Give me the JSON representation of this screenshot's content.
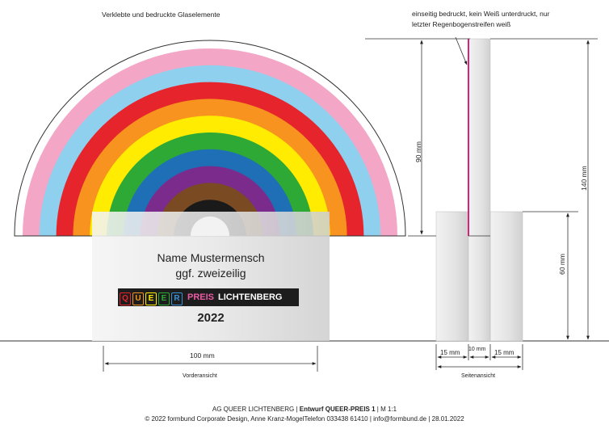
{
  "header": {
    "front_caption": "Verklebte und bedruckte Glaselemente",
    "side_note_line1": "einseitig bedruckt, kein Weiß unterdruckt, nur",
    "side_note_line2": "letzter Regenbogenstreifen weiß"
  },
  "rainbow": {
    "stripe_colors": [
      "#f4a6c6",
      "#8fd0ef",
      "#e5242b",
      "#f7931e",
      "#ffec00",
      "#2fa935",
      "#1e6fb6",
      "#7b2b8c",
      "#7a4a22",
      "#1a1a1a"
    ]
  },
  "plaque": {
    "name_line1": "Name Mustermensch",
    "name_line2": "ggf. zweizeilig",
    "badge_letters": [
      "Q",
      "U",
      "E",
      "E",
      "R"
    ],
    "badge_letter_colors": [
      "#e5242b",
      "#f7931e",
      "#ffec00",
      "#2fa935",
      "#3b8fd6"
    ],
    "badge_preis": "PREIS",
    "badge_lichtenberg": "LICHTENBERG",
    "year": "2022"
  },
  "dimensions": {
    "width_front": "100 mm",
    "front_view_label": "Vorderansicht",
    "height_upper": "90 mm",
    "height_total": "140 mm",
    "height_lower": "60 mm",
    "side_left": "15 mm",
    "side_mid": "10 mm",
    "side_right": "15 mm",
    "side_view_label": "Seitenansicht"
  },
  "footer": {
    "line1_prefix": "AG QUEER LICHTENBERG | ",
    "line1_bold": "Entwurf QUEER-PREIS 1",
    "line1_suffix": "  |  M 1:1",
    "line2": "© 2022 formbund Corporate Design, Anne Kranz-MogelTelefon 033438 61410 | info@formbund.de | 28.01.2022"
  }
}
